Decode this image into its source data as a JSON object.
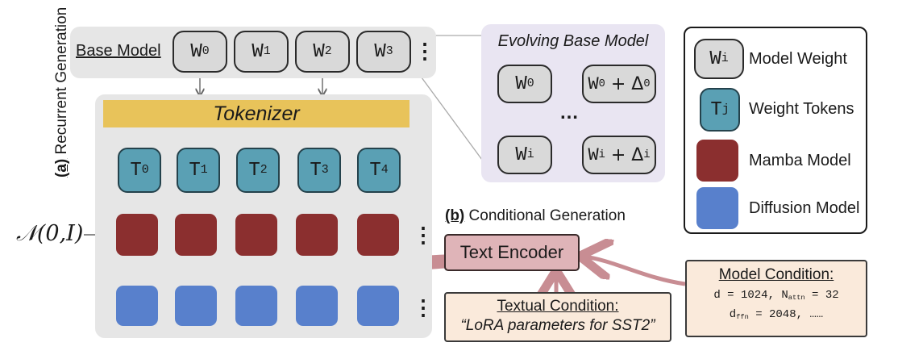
{
  "colors": {
    "panel": "#e6e6e6",
    "tokenizer": "#e8c35a",
    "weight_token": "#5aa0b4",
    "mamba": "#8b2f2f",
    "diffusion": "#5880cc",
    "text_encoder": "#dfb4b8",
    "condition_box": "#faeadb",
    "evolving_panel": "#e9e5f2",
    "arrow_pink": "#c88d93"
  },
  "section_a": {
    "tag": "(a)",
    "title": "Recurrent Generation"
  },
  "base_model": {
    "label": "Base Model",
    "weights": [
      {
        "base": "W",
        "sub": "0"
      },
      {
        "base": "W",
        "sub": "1"
      },
      {
        "base": "W",
        "sub": "2"
      },
      {
        "base": "W",
        "sub": "3"
      }
    ],
    "dots": "⋮"
  },
  "tokenizer": {
    "label": "Tokenizer"
  },
  "tokens": [
    {
      "base": "T",
      "sub": "0"
    },
    {
      "base": "T",
      "sub": "1"
    },
    {
      "base": "T",
      "sub": "2"
    },
    {
      "base": "T",
      "sub": "3"
    },
    {
      "base": "T",
      "sub": "4"
    }
  ],
  "noise_input": "𝒩(0,I)",
  "row_dots": "⋮",
  "evolving": {
    "title": "Evolving Base Model",
    "rows": [
      {
        "from_base": "W",
        "from_sub": "0",
        "to_base": "W",
        "to_sub": "0",
        "delta_sub": "0"
      },
      {
        "from_base": "W",
        "from_sub": "i",
        "to_base": "W",
        "to_sub": "i",
        "delta_sub": "i"
      }
    ],
    "ellipsis": "…"
  },
  "legend": [
    {
      "icon": "model-weight",
      "base": "W",
      "sub": "i",
      "label": "Model Weight"
    },
    {
      "icon": "weight-token",
      "base": "T",
      "sub": "j",
      "label": "Weight Tokens"
    },
    {
      "icon": "mamba",
      "label": "Mamba Model"
    },
    {
      "icon": "diffusion",
      "label": "Diffusion Model"
    }
  ],
  "section_b": {
    "tag": "(b)",
    "title": "Conditional Generation"
  },
  "text_encoder": {
    "label": "Text Encoder"
  },
  "textual_condition": {
    "title": "Textual Condition:",
    "text": "“LoRA parameters for SST2”"
  },
  "model_condition": {
    "title": "Model Condition:",
    "line1_a": "d = 1024, N",
    "line1_sub": "attn",
    "line1_b": " = 32",
    "line2_a": "d",
    "line2_sub": "ffn",
    "line2_b": " = 2048, ……"
  }
}
